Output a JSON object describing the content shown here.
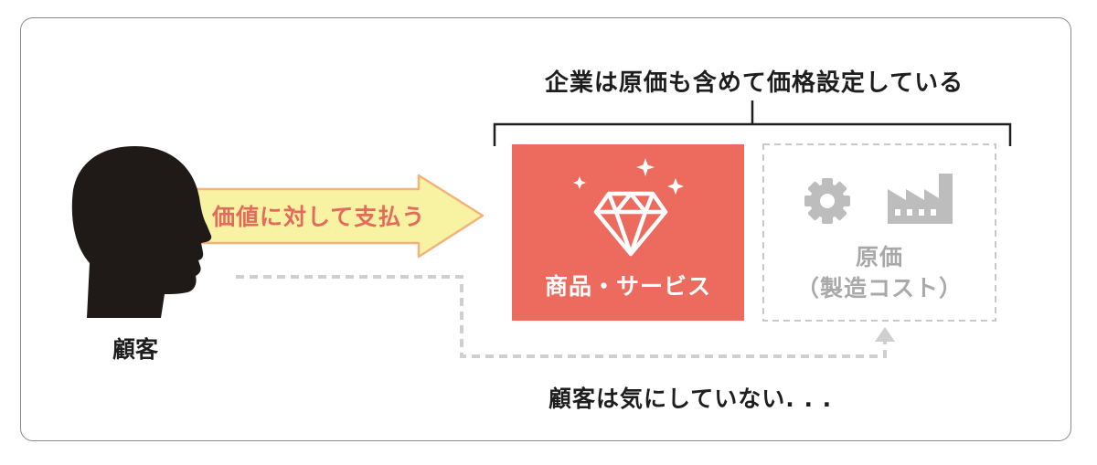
{
  "diagram": {
    "top_label": "企業は原価も含めて価格設定している",
    "arrow_label": "価値に対して支払う",
    "customer_label": "顧客",
    "product_box_label": "商品・サービス",
    "cost_box_label": "原価",
    "cost_box_sublabel": "（製造コスト）",
    "bottom_note": "顧客は気にしていない. . .",
    "icons": [
      "person-head-icon",
      "diamond-icon",
      "sparkle-icon",
      "gear-icon",
      "factory-icon"
    ],
    "colors": {
      "product_box": "#ec6b5e",
      "arrow_fill": "#f8f3a2",
      "arrow_stroke": "#f3b27a",
      "arrow_text": "#e46a5c",
      "cost_gray": "#bdbdbd",
      "silhouette": "#1f1a17"
    }
  }
}
